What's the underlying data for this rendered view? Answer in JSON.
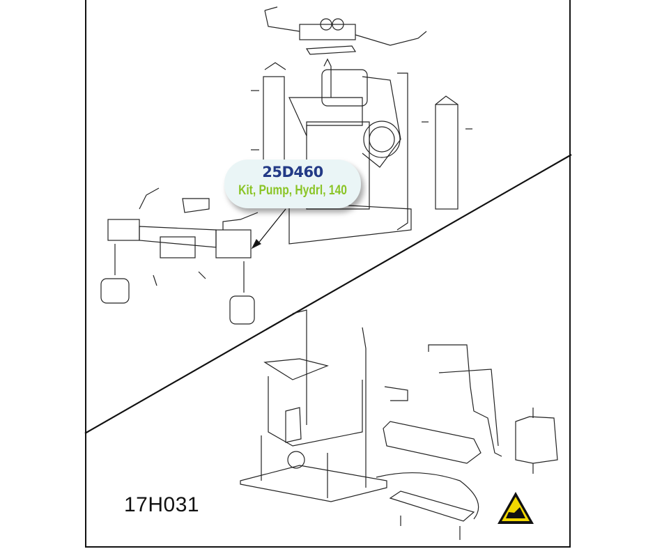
{
  "callout": {
    "part_number": "25D460",
    "description": "Kit, Pump, Hydrl, 140"
  },
  "figure_id": "17H031",
  "warning_icon": "hot-surface-warning-icon",
  "colors": {
    "part_number": "#233a86",
    "description": "#8ac425",
    "callout_bg": "#eaf5f6",
    "warning": "#f2d800"
  }
}
